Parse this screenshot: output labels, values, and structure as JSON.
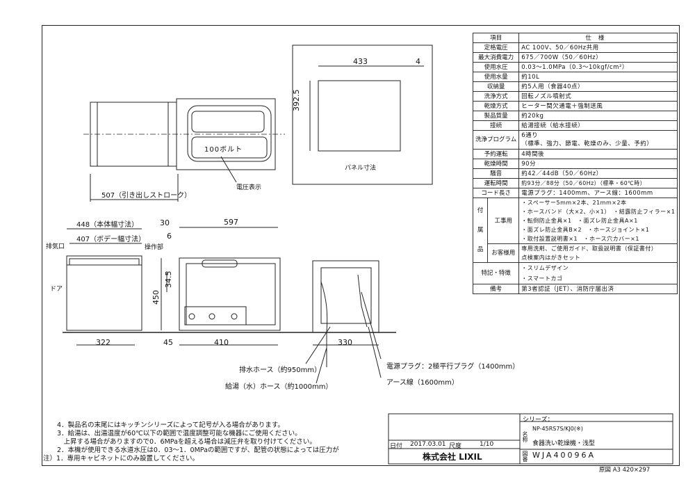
{
  "spec_table": {
    "header": {
      "item": "項目",
      "spec": "仕様"
    },
    "rows": [
      {
        "k": "定格電圧",
        "v": "AC 100V、50／60Hz共用"
      },
      {
        "k": "最大消費電力",
        "v": "675／700W（50／60Hz）"
      },
      {
        "k": "使用水圧",
        "v": "0.03～1.0MPa（0.3～10kgf/cm²）"
      },
      {
        "k": "使用水量",
        "v": "約10L"
      },
      {
        "k": "収納量",
        "v": "約5人用（食器40点）"
      },
      {
        "k": "洗浄方式",
        "v": "回転ノズル噴射式"
      },
      {
        "k": "乾燥方式",
        "v": "ヒーター間欠通電＋強制送風"
      },
      {
        "k": "製品質量",
        "v": "約20kg"
      },
      {
        "k": "接続",
        "v": "給湯接続（給水接続）"
      }
    ],
    "program": {
      "k": "洗浄プログラム",
      "v1": "6通り",
      "v2": "（標準、強力、節電、乾燥のみ、少量、予約）"
    },
    "rows2": [
      {
        "k": "予約運転",
        "v": "4時間後"
      },
      {
        "k": "乾燥時間",
        "v": "90分"
      },
      {
        "k": "騒音",
        "v": "約42／44dB（50／60Hz）"
      },
      {
        "k": "運転時間",
        "v": "約93分／88分（50／60Hz）（標準・60℃時）"
      },
      {
        "k": "コード長さ",
        "v": "電源プラグ：1400mm、アース線：1600mm"
      }
    ],
    "accessories": {
      "label_chars": [
        "付",
        "属",
        "品"
      ],
      "work_label": "工事用",
      "work_items": [
        "・スペーサー5mm×2本、21mm×2本",
        "・ホースバンド（大×2、小×1）　・結露防止フィラー×1",
        "・転倒防止金具×1　・面ズレ防止金具A×1",
        "・面ズレ防止金具B×2　・ホースジョイント×1",
        "・取付設置説明書×1　・ホース穴カバー×1"
      ],
      "customer_label": "お客様用",
      "customer_items": [
        "専用洗剤、ご使用ガイド、取扱説明書（保証書付）",
        "点検案内はがきセット"
      ]
    },
    "features": {
      "k": "特記・特徴",
      "items": [
        "・スリムデザイン",
        "・スマートカゴ"
      ]
    },
    "remarks": {
      "k": "備考",
      "v": "第3者認証（JET）、消防庁届出済"
    }
  },
  "top_view": {
    "door_label": "100ボルト",
    "stroke_dim": "507（引き出しストローク）",
    "voltage_label": "電圧表示"
  },
  "panel": {
    "width": "433",
    "height": "392.5",
    "gap": "4",
    "label": "パネル寸法"
  },
  "front_view": {
    "width_body": "448（本体幅寸法）",
    "width_body2": "407（ボデー幅寸法）",
    "exhaust": "排気口",
    "operation": "操作部",
    "door": "ドア",
    "bottom": "322"
  },
  "side_view": {
    "d30": "30",
    "d597": "597",
    "d6": "6",
    "d345": "34.5",
    "d450": "450",
    "d45": "45",
    "d410": "410"
  },
  "rear_view": {
    "d330": "330"
  },
  "hoses": {
    "drain": "排水ホース（約950mm）",
    "supply": "給湯（水）ホース（約1000mm）",
    "plug": "電源プラグ：2極平行プラグ（1400mm）",
    "earth": "アース線（1600mm）"
  },
  "notes": [
    "4．製品名の末尾にはキッチンシリーズによって記号が入る場合があります。",
    "3．給湯は、出湯温度が60℃以下の範囲で温度調整可能な機器にご使用ください。",
    "　上昇する場合がありますので0．6MPaを超える場合は減圧弁を取り付けてください。",
    "2．本機が使用できる水道水圧は0．03～1．0MPaの範囲ですが、配管の状態によっては圧力が",
    "注）1．専用キャビネットにのみ設置してください。"
  ],
  "title_block": {
    "series_label": "シリーズ：",
    "model": "NP-45RS7S/KJ0(※)",
    "name": "食器洗い乾燥機・浅型",
    "drawing_no": "WJA40096A",
    "date_label": "日付",
    "date": "2017.03.01",
    "scale_label": "尺度",
    "scale": "1/10",
    "company": "株式会社 LIXIL",
    "name_label": "名称",
    "no_label": "図番",
    "paper": "原図 A3 420×297"
  }
}
